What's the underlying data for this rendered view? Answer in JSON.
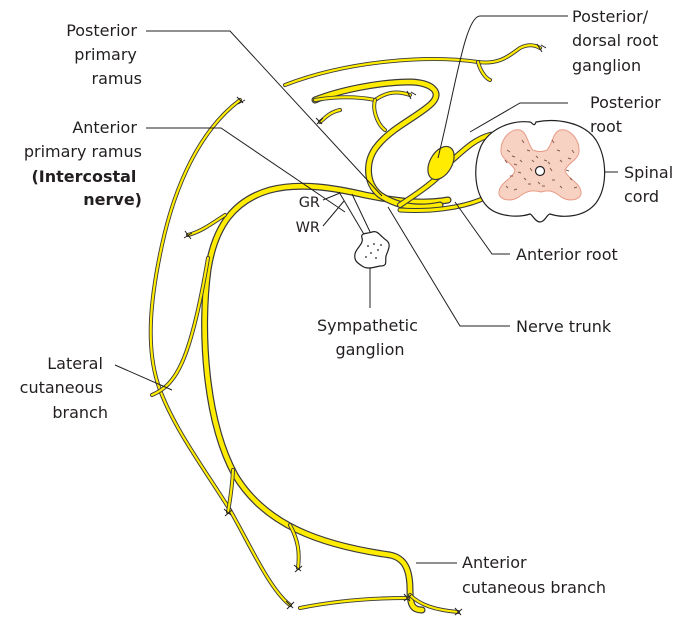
{
  "colors": {
    "nerve": "#ffec00",
    "nerve_outline": "#3a3a3a",
    "grey_matter": "#f7d2c2",
    "grey_matter_outline": "#e79b86",
    "line": "#231f20"
  },
  "labels": {
    "posterior_primary_ramus": [
      "Posterior",
      "primary",
      "ramus"
    ],
    "anterior_primary_ramus": [
      "Anterior",
      "primary ramus"
    ],
    "intercostal_nerve": [
      "(Intercostal",
      "nerve)"
    ],
    "gr": "GR",
    "wr": "WR",
    "lateral_cutaneous_branch": [
      "Lateral",
      "cutaneous",
      "branch"
    ],
    "posterior_dorsal_root_ganglion": [
      "Posterior/",
      "dorsal root",
      "ganglion"
    ],
    "posterior_root": [
      "Posterior",
      "root"
    ],
    "spinal_cord": [
      "Spinal",
      "cord"
    ],
    "anterior_root": "Anterior root",
    "nerve_trunk": "Nerve trunk",
    "sympathetic_ganglion": [
      "Sympathetic",
      "ganglion"
    ],
    "anterior_cutaneous_branch": [
      "Anterior",
      "cutaneous branch"
    ]
  }
}
